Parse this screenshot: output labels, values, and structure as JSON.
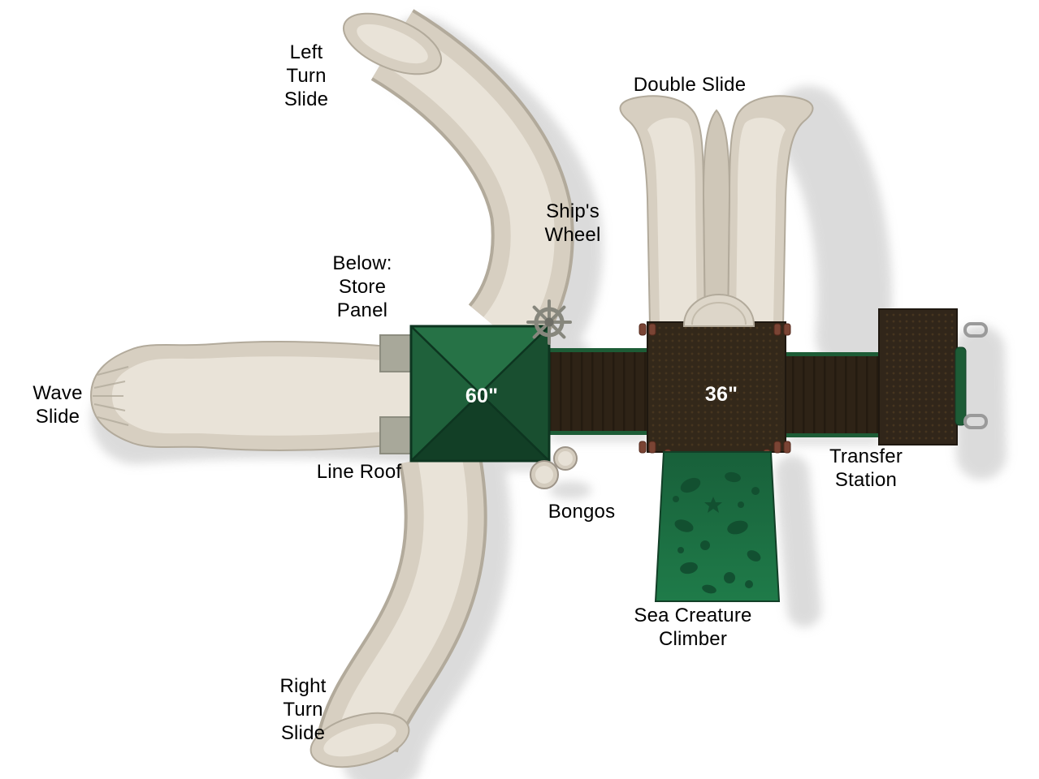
{
  "diagram": {
    "labels": {
      "left_turn_slide": "Left\nTurn\nSlide",
      "double_slide": "Double Slide",
      "ships_wheel": "Ship's\nWheel",
      "store_panel": "Below:\nStore\nPanel",
      "wave_slide": "Wave\nSlide",
      "deck_60": "60\"",
      "deck_36": "36\"",
      "line_roof": "Line Roof",
      "bongos": "Bongos",
      "transfer_station": "Transfer\nStation",
      "sea_creature_climber": "Sea Creature\nClimber",
      "right_turn_slide": "Right\nTurn\nSlide"
    },
    "colors": {
      "slide_beige": "#d7cfc1",
      "slide_channel": "#e9e3d8",
      "roof_green": "#1f613b",
      "deck_brown": "#33281a",
      "climber_green": "#1f7b49",
      "clamp_red_brown": "#7a4434",
      "shadow_gray": "#b9b9b9",
      "deck_size_text": "#ffffff",
      "label_text": "#000000"
    }
  }
}
